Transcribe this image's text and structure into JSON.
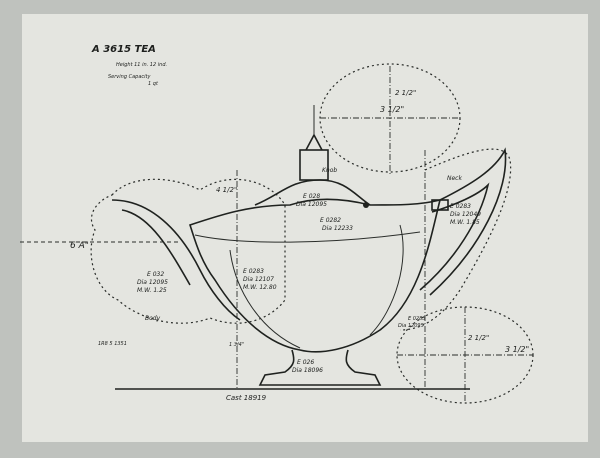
{
  "header": {
    "title": "A 3615 TEA",
    "height_line": "Height 11 in. 12 ind.",
    "capacity_label": "Serving Capacity",
    "capacity_value": "1 qt",
    "stamp": "1R8 5 1351"
  },
  "labels": {
    "knob": "Knob",
    "neck": "Neck",
    "body": "Body",
    "spout_width": "6 A\"",
    "top_ellipse_width": "3 1/2\"",
    "top_ellipse_height": "2 1/2\"",
    "bottom_ellipse_width": "3 1/2\"",
    "bottom_ellipse_height": "2 1/2\"",
    "height_mark": "4 1/2\"",
    "base_height": "1 3/4\"",
    "cast": "Cast 18919"
  },
  "parts": [
    {
      "code": "E 028",
      "dia": "Dia 12095"
    },
    {
      "code": "E 0282",
      "dia": "Dia 12233"
    },
    {
      "code": "E 0283",
      "dia": "Dia 12049",
      "mw": "M.W. 1.85"
    },
    {
      "code": "E 032",
      "dia": "Dia 12095",
      "mw": "M.W. 1.25"
    },
    {
      "code": "E 0283",
      "dia": "Dia 12107",
      "mw": "M.W. 12.80"
    },
    {
      "code": "E 026",
      "dia": "Dia 18096"
    },
    {
      "code": "E 0283",
      "dia": "Dia 12095"
    }
  ]
}
